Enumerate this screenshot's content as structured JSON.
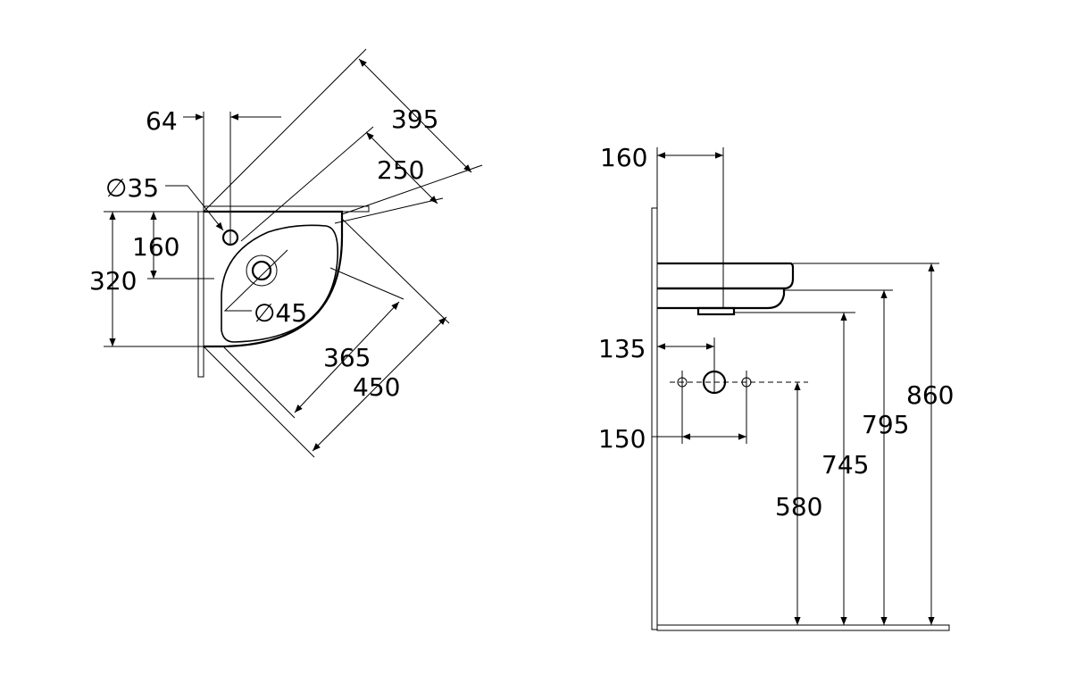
{
  "plan_view": {
    "dim_64": "64",
    "dim_395": "395",
    "dim_250": "250",
    "dim_dia35": "∅35",
    "dim_160": "160",
    "dim_320": "320",
    "dim_dia45": "∅45",
    "dim_365": "365",
    "dim_450": "450"
  },
  "side_view": {
    "dim_160": "160",
    "dim_135": "135",
    "dim_150": "150",
    "dim_860": "860",
    "dim_795": "795",
    "dim_745": "745",
    "dim_580": "580"
  },
  "colors": {
    "line": "#000000",
    "background": "#ffffff"
  }
}
